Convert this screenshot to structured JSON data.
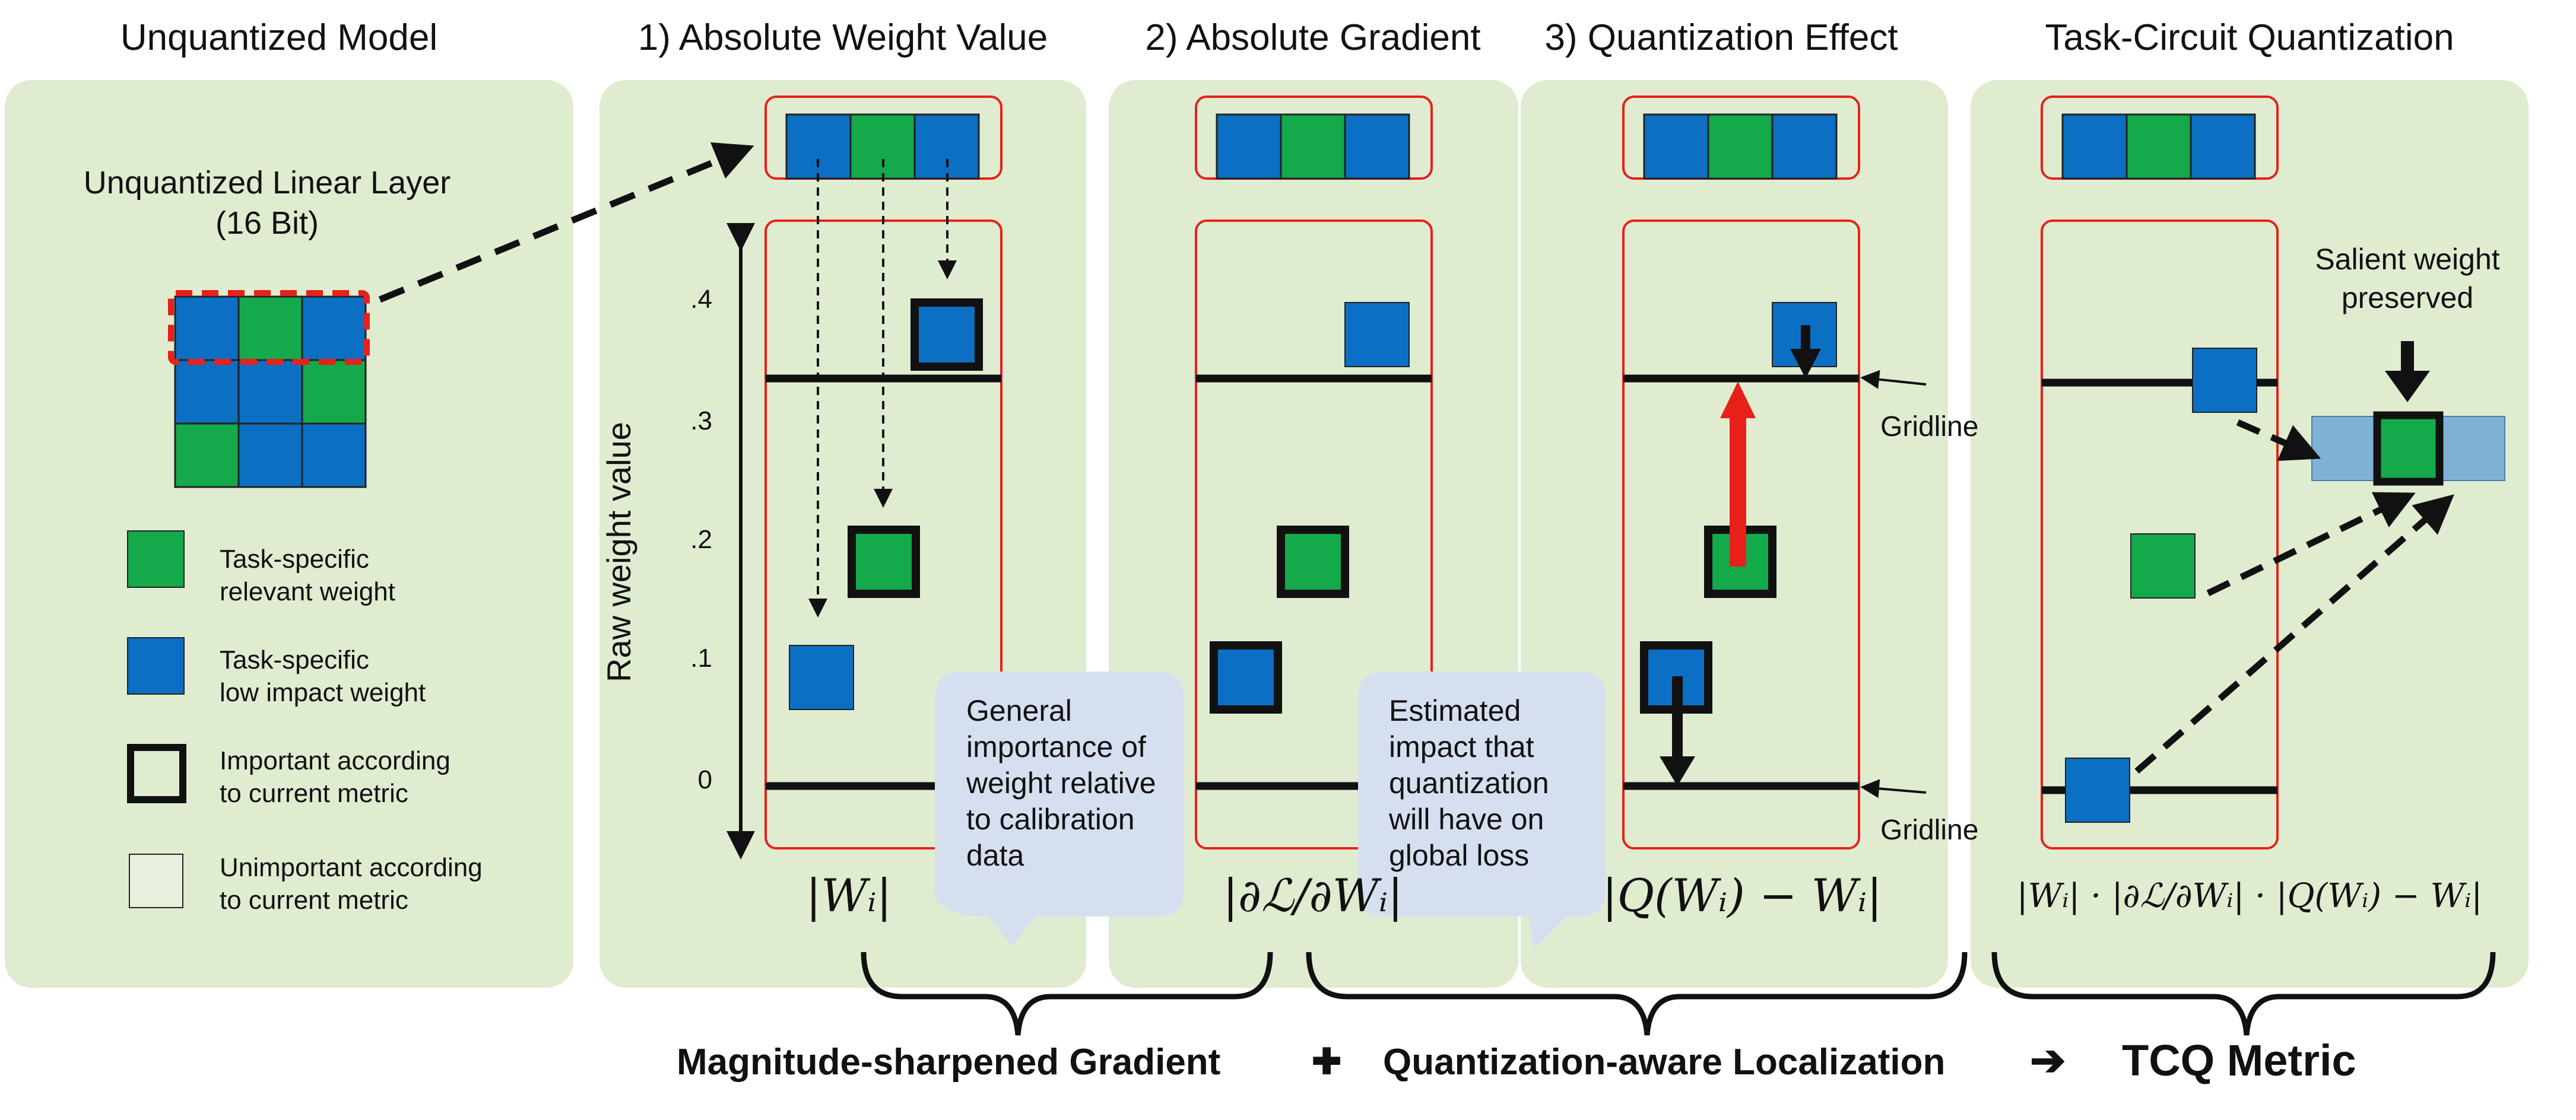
{
  "panels": {
    "p0": {
      "title": "Unquantized Model"
    },
    "p1": {
      "title": "1) Absolute Weight Value"
    },
    "p2": {
      "title": "2) Absolute Gradient"
    },
    "p3": {
      "title": "3) Quantization Effect"
    },
    "p4": {
      "title": "Task-Circuit Quantization"
    }
  },
  "layer": {
    "line1": "Unquantized Linear Layer",
    "line2": "(16 Bit)"
  },
  "legend": [
    {
      "line1": "Task-specific",
      "line2": "relevant weight"
    },
    {
      "line1": "Task-specific",
      "line2": "low impact weight"
    },
    {
      "line1": "Important according",
      "line2": "to current metric"
    },
    {
      "line1": "Unimportant according",
      "line2": "to current metric"
    }
  ],
  "axis": {
    "label": "Raw weight value",
    "ticks": [
      ".4",
      ".3",
      ".2",
      ".1",
      "0"
    ]
  },
  "gridline_label": "Gridline",
  "bubbles": {
    "b1": [
      "General",
      "importance of",
      "weight relative",
      "to calibration",
      "data"
    ],
    "b2": [
      "Estimated",
      "impact that",
      "quantization",
      "will have on",
      "global loss"
    ]
  },
  "salient": {
    "line1": "Salient weight",
    "line2": "preserved"
  },
  "formulas": {
    "f1": "|Wᵢ|",
    "f2": "|∂ℒ/∂Wᵢ|",
    "f3": "|Q(Wᵢ) − Wᵢ|",
    "f4": "|Wᵢ| · |∂ℒ/∂Wᵢ| · |Q(Wᵢ) − Wᵢ|"
  },
  "bottom": {
    "a": "Magnitude-sharpened Gradient",
    "plus": "✚",
    "b": "Quantization-aware Localization",
    "arrow": "➔",
    "c": "TCQ Metric"
  },
  "colors": {
    "panel_bg": "#dfecd0",
    "blue": "#0b6fc4",
    "green": "#14a94a",
    "red": "#e8201a",
    "bubble": "#d6dff0",
    "light_blue": "#7fb3d5"
  }
}
